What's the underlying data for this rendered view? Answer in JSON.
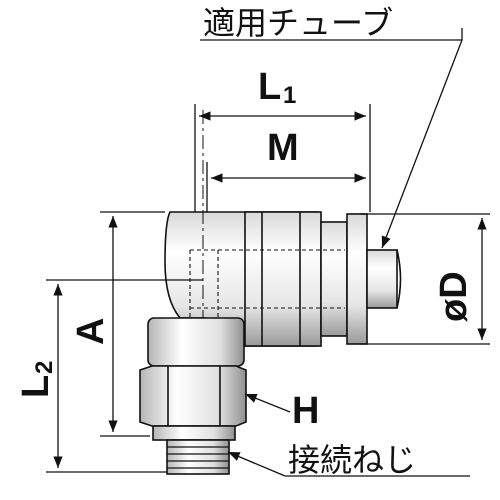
{
  "labels": {
    "tube": "適用チューブ",
    "L1_main": "L",
    "L1_sub": "1",
    "M": "M",
    "D": "øD",
    "A": "A",
    "L2_main": "L",
    "L2_sub": "2",
    "H": "H",
    "thread": "接続ねじ"
  },
  "colors": {
    "body_light": "#f4f4f4",
    "body_mid": "#cfcfcf",
    "body_dark": "#8a8a8a",
    "line": "#111111"
  }
}
